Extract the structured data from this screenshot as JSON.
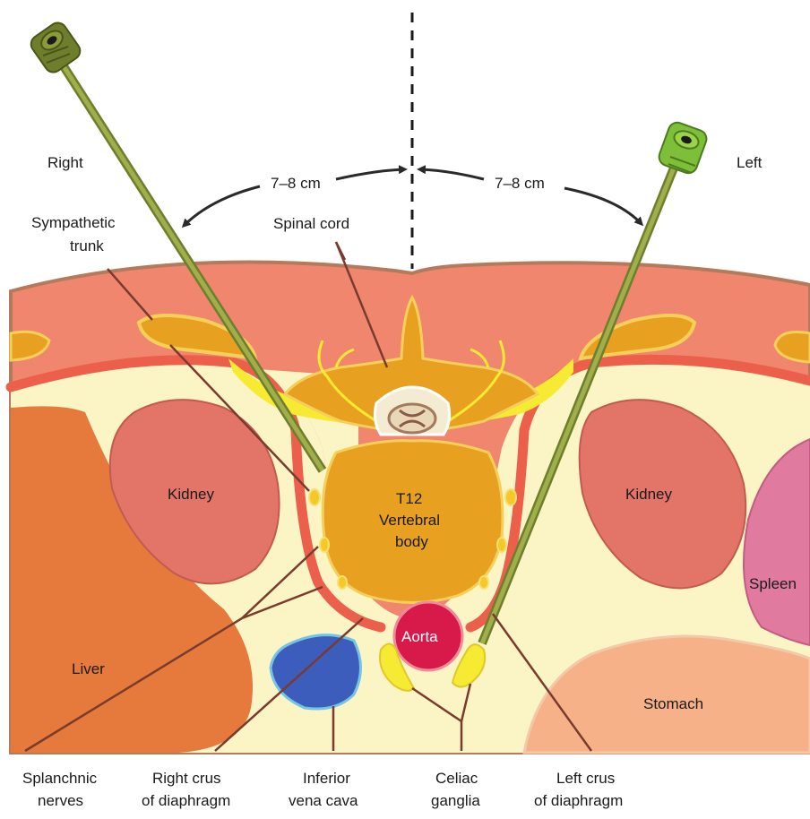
{
  "labels": {
    "right": "Right",
    "left": "Left",
    "distance_right": "7–8 cm",
    "distance_left": "7–8 cm",
    "sympathetic_trunk": [
      "Sympathetic",
      "trunk"
    ],
    "spinal_cord": "Spinal cord",
    "kidney_right": "Kidney",
    "kidney_left": "Kidney",
    "vertebral_body": [
      "T12",
      "Vertebral",
      "body"
    ],
    "spleen": "Spleen",
    "aorta": "Aorta",
    "liver": "Liver",
    "stomach": "Stomach",
    "splanchnic_nerves": [
      "Splanchnic",
      "nerves"
    ],
    "right_crus": [
      "Right crus",
      "of diaphragm"
    ],
    "inferior_vena_cava": [
      "Inferior",
      "vena cava"
    ],
    "celiac_ganglia": [
      "Celiac",
      "ganglia"
    ],
    "left_crus": [
      "Left crus",
      "of diaphragm"
    ]
  },
  "colors": {
    "tissue_fill": "#fbf4c4",
    "muscle": "#f0866e",
    "diaphragm_crus": "#ec5f4b",
    "skin": "#b47a5c",
    "bone": "#e8a020",
    "bone_edge": "#f4d05a",
    "nerve": "#f7ea32",
    "kidney": "#e37468",
    "liver": "#e57a3c",
    "spleen": "#e07a9e",
    "stomach": "#f7b189",
    "aorta": "#d81a4a",
    "ivc": "#3c5dbc",
    "needle": "#8c9a3c",
    "needle_hub": "#6e7e2c",
    "left_needle_hub": "#7ebf3a",
    "leader_line": "#7a3b2e"
  }
}
